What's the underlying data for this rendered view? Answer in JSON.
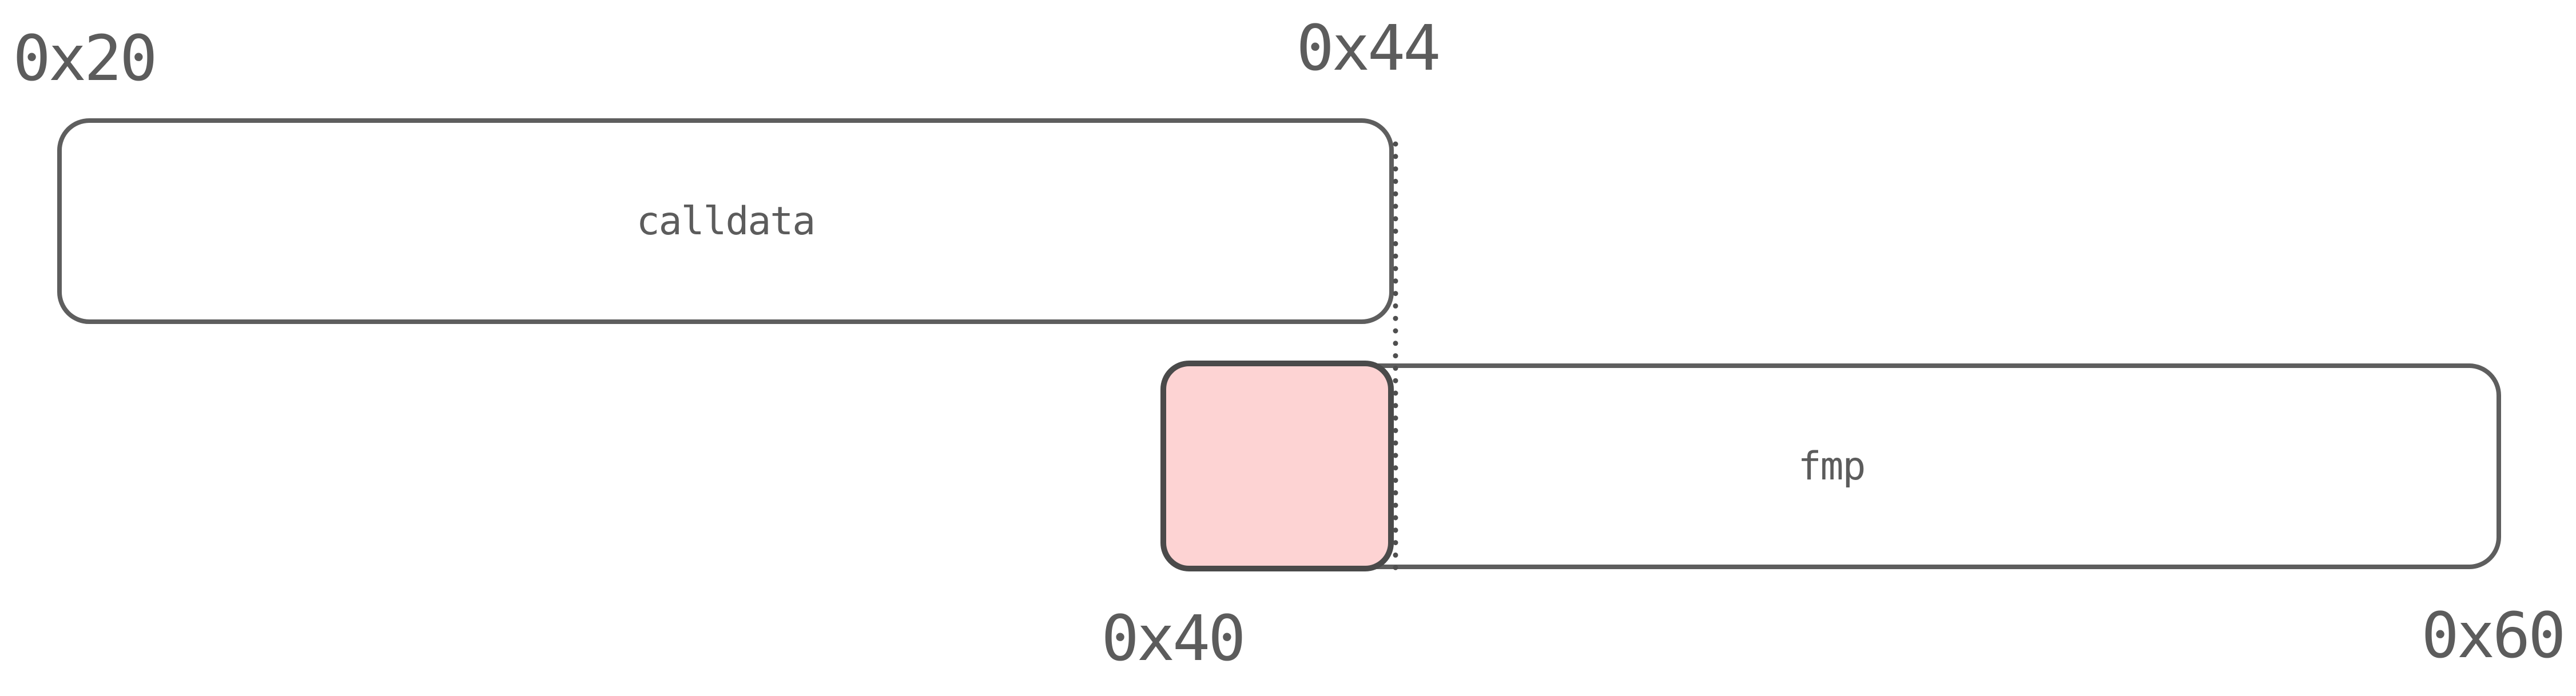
{
  "diagram": {
    "background": "#ffffff",
    "stroke_color": "#5e5e5e",
    "text_color": "#5c5c5c",
    "dotted_line_color": "#4f4f4f",
    "address_labels": {
      "calldata_start": "0x20",
      "calldata_end": "0x44",
      "fmp_start": "0x40",
      "fmp_end": "0x60"
    },
    "boxes": {
      "calldata": {
        "label": "calldata",
        "fill": "#ffffff"
      },
      "fmp": {
        "label": "fmp",
        "fill": "#ffffff"
      },
      "overlap_region": {
        "fill": "#fdd3d3",
        "border_color": "#4a4a4a"
      }
    }
  }
}
